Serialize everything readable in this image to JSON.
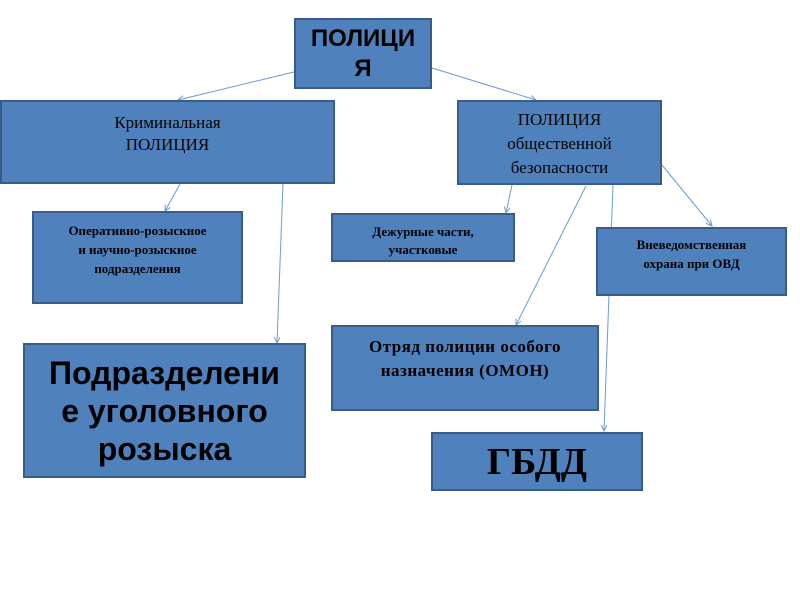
{
  "diagram": {
    "root": "ПОЛИЦИ\nЯ",
    "criminal_police": "Криминальная\nПОЛИЦИЯ",
    "public_safety_police": "ПОЛИЦИЯ\nобщественной\nбезопасности",
    "operative_units": "Оперативно-розыскное\nи научно-розыскное\nподразделения",
    "duty_units": "Дежурные части,\nучастковые",
    "extradepartmental_guard": "Вневедомственная\nохрана при ОВД",
    "omon": "Отряд полиции особого\nназначения (ОМОН)",
    "criminal_investigation": "Подразделени\nе уголовного\nрозыска",
    "gbdd": "ГБДД"
  },
  "colors": {
    "box_fill": "#4f81bd",
    "box_border": "#385d8a",
    "connector": "#6c9bd2",
    "text": "#000000"
  }
}
